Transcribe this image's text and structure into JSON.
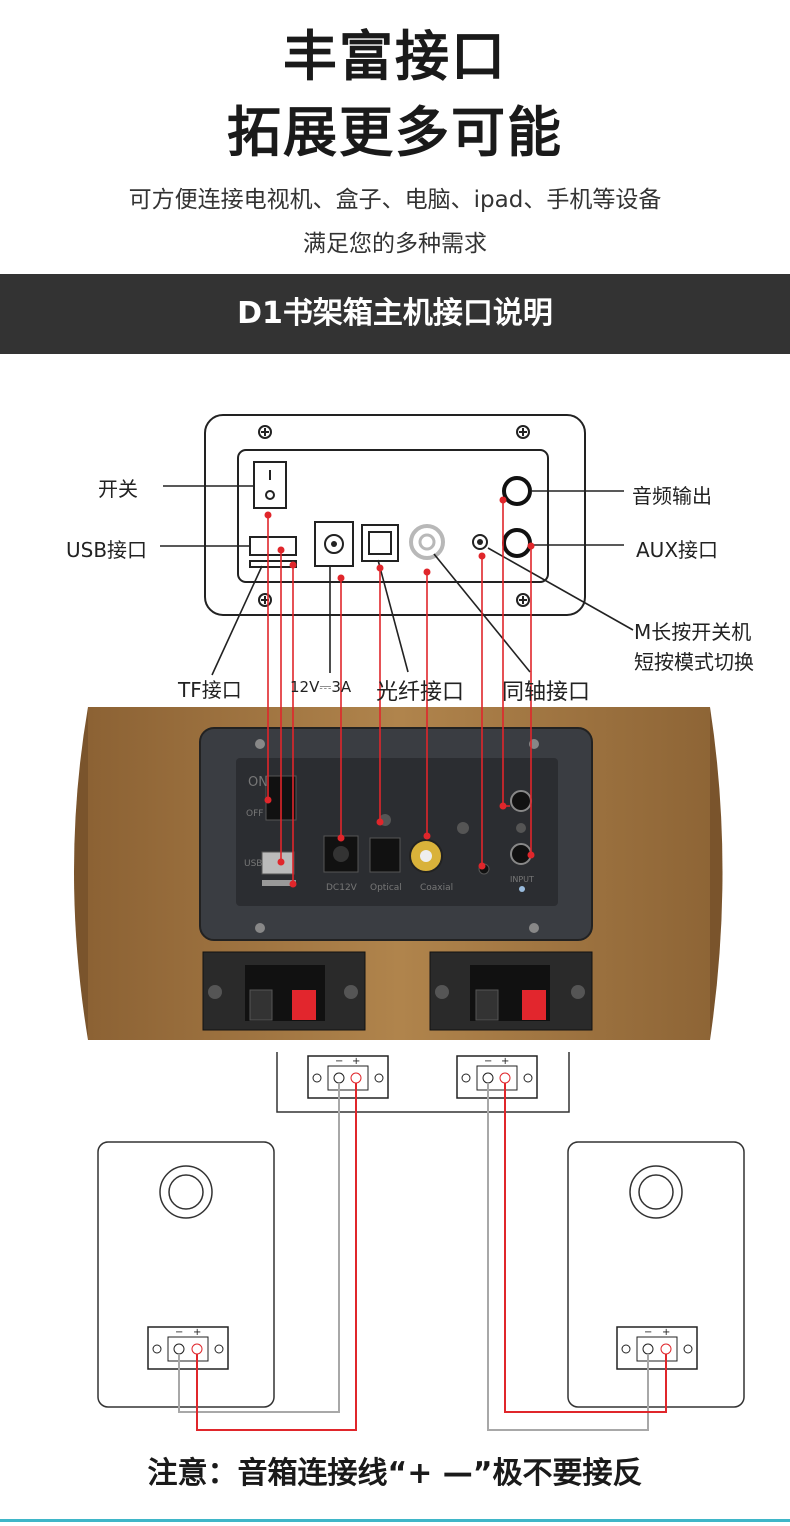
{
  "header": {
    "title_line1": "丰富接口",
    "title_line2": "拓展更多可能",
    "subtitle_line1": "可方便连接电视机、盒子、电脑、ipad、手机等设备",
    "subtitle_line2": "满足您的多种需求"
  },
  "banner": {
    "text": "D1书架箱主机接口说明"
  },
  "labels": {
    "power_switch": "开关",
    "usb_port": "USB接口",
    "tf_port": "TF接口",
    "dc_power": "12V⎓3A",
    "optical_port": "光纤接口",
    "coaxial_port": "同轴接口",
    "audio_output": "音频输出",
    "aux_port": "AUX接口",
    "m_button_line1": "M长按开关机",
    "m_button_line2": "短按模式切换"
  },
  "panel_print": {
    "on": "ON",
    "off": "OFF",
    "usb": "USB",
    "dc": "DC12V",
    "optical": "Optical",
    "coaxial": "Coaxial",
    "input": "INPUT"
  },
  "terminal": {
    "minus": "−",
    "plus": "+"
  },
  "note": {
    "text": "注意：音箱连接线“+ —”极不要接反"
  },
  "colors": {
    "banner_bg": "#333333",
    "wood": "#a67a45",
    "panel": "#3a3d42",
    "red_wire": "#e0262b",
    "gray_wire": "#a8a8a8",
    "accent_line": "#3fb6c8"
  }
}
